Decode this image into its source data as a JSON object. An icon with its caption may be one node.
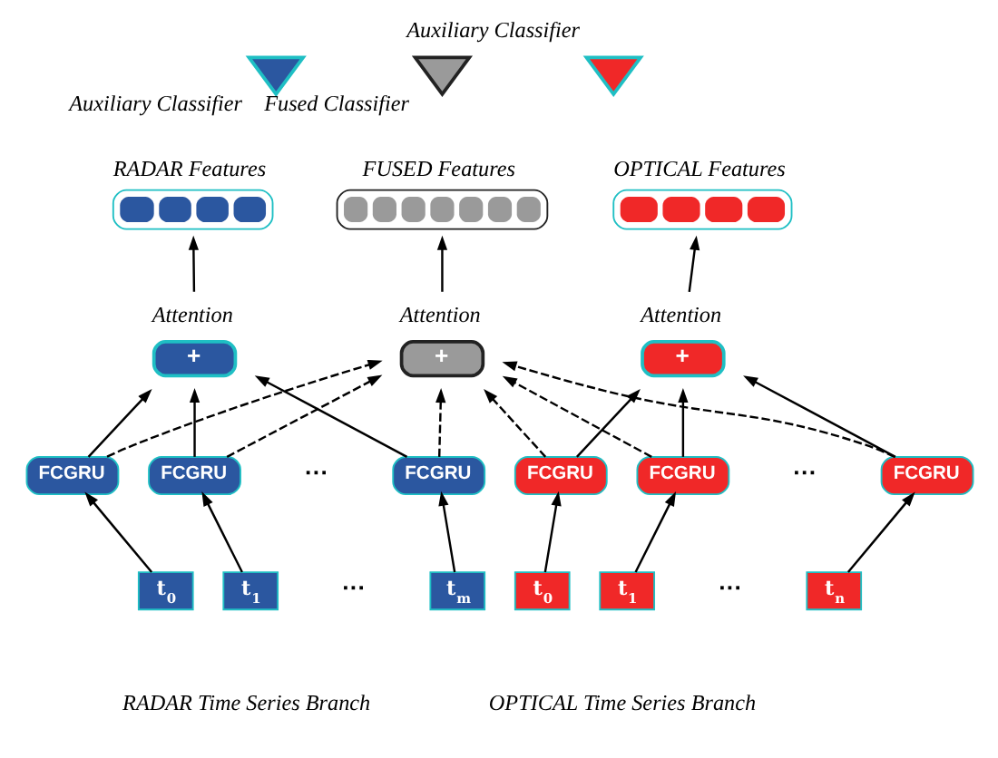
{
  "diagram": {
    "nodes": [
      {
        "text": [
          "Auxiliary Classifier"
        ]
      },
      {
        "text": [
          "Fused Classifier"
        ]
      },
      {
        "text": [
          "Auxiliary Classifier"
        ]
      },
      {
        "text": [
          "RADAR Features"
        ]
      },
      {
        "text": [
          "FUSED Features"
        ]
      },
      {
        "text": [
          "OPTICAL Features"
        ]
      },
      {
        "text": [
          "Attention",
          "+"
        ]
      },
      {
        "text": [
          "Attention",
          "+"
        ]
      },
      {
        "text": [
          "Attention",
          "+"
        ]
      },
      {
        "text": [
          "FCGRU"
        ]
      },
      {
        "text": [
          "FCGRU"
        ]
      },
      {
        "text": [
          "FCGRU"
        ]
      },
      {
        "text": [
          "FCGRU"
        ]
      },
      {
        "text": [
          "FCGRU"
        ]
      },
      {
        "text": [
          "FCGRU"
        ]
      },
      {
        "text": [
          "t$_{0}$"
        ]
      },
      {
        "text": [
          "t$_{1}$"
        ]
      },
      {
        "text": [
          "t$_{m}$"
        ]
      },
      {
        "text": [
          "t$_{0}$"
        ]
      },
      {
        "text": [
          "t$_{1}$"
        ]
      },
      {
        "text": [
          "t$_{n}$"
        ]
      }
    ],
    "edges": [
      {
        "from": 6,
        "to": 3,
        "arrow": "to"
      },
      {
        "from": 7,
        "to": 4,
        "arrow": "to"
      },
      {
        "from": 8,
        "to": 5,
        "arrow": "to"
      },
      {
        "from": 9,
        "to": 6,
        "arrow": "to"
      },
      {
        "from": 10,
        "to": 6,
        "arrow": "to"
      },
      {
        "from": 11,
        "to": 6,
        "arrow": "to"
      },
      {
        "from": 9,
        "to": 7,
        "arrow": "to",
        "style": "dashed"
      },
      {
        "from": 10,
        "to": 7,
        "arrow": "to",
        "style": "dashed"
      },
      {
        "from": 11,
        "to": 7,
        "arrow": "to",
        "style": "dashed"
      },
      {
        "from": 12,
        "to": 7,
        "arrow": "to",
        "style": "dashed"
      },
      {
        "from": 13,
        "to": 7,
        "arrow": "to",
        "style": "dashed"
      },
      {
        "from": 14,
        "to": 7,
        "arrow": "to",
        "style": "dashed"
      },
      {
        "from": 12,
        "to": 8,
        "arrow": "to"
      },
      {
        "from": 13,
        "to": 8,
        "arrow": "to"
      },
      {
        "from": 14,
        "to": 8,
        "arrow": "to"
      },
      {
        "from": 15,
        "to": 9,
        "arrow": "to"
      },
      {
        "from": 16,
        "to": 10,
        "arrow": "to"
      },
      {
        "from": 17,
        "to": 11,
        "arrow": "to"
      },
      {
        "from": 18,
        "to": 12,
        "arrow": "to"
      },
      {
        "from": 19,
        "to": 13,
        "arrow": "to"
      },
      {
        "from": 20,
        "to": 14,
        "arrow": "to"
      }
    ],
    "labels": [
      "···",
      "···",
      "···",
      "···",
      "RADAR Time Series Branch",
      "OPTICAL Time Series Branch"
    ]
  }
}
